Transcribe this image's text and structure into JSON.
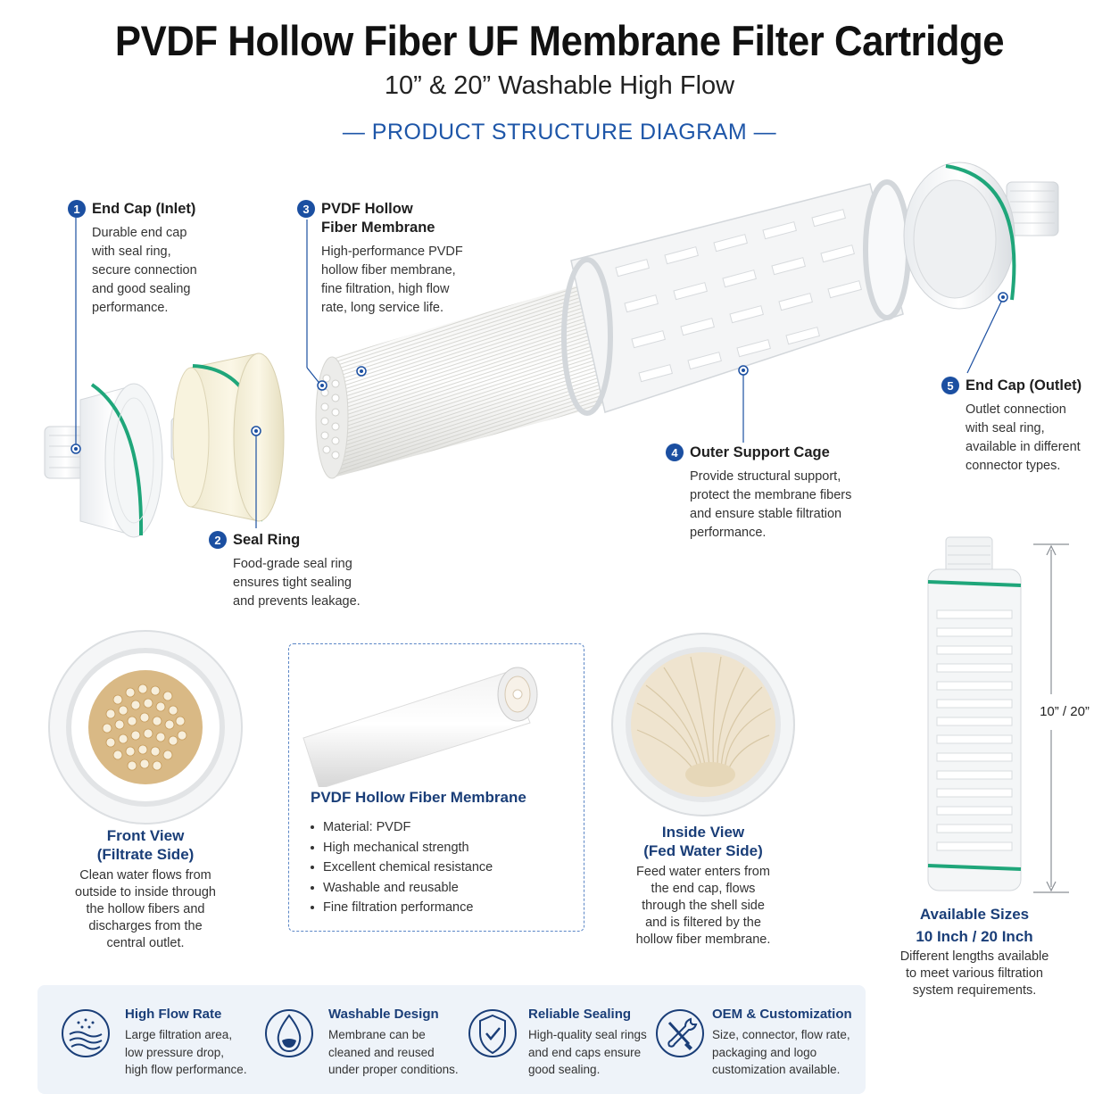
{
  "header": {
    "title": "PVDF Hollow Fiber UF Membrane Filter Cartridge",
    "subtitle": "10” & 20” Washable High Flow",
    "section_heading": "— PRODUCT STRUCTURE DIAGRAM —"
  },
  "callouts": [
    {
      "number": "1",
      "title": "End Cap (Inlet)",
      "desc": "Durable end cap\nwith seal ring,\nsecure connection\nand good sealing\nperformance."
    },
    {
      "number": "2",
      "title": "Seal Ring",
      "desc": "Food-grade seal ring\nensures tight sealing\nand prevents leakage."
    },
    {
      "number": "3",
      "title": "PVDF Hollow\nFiber Membrane",
      "desc": "High-performance PVDF\nhollow fiber membrane,\nfine filtration, high flow\nrate, long service life."
    },
    {
      "number": "4",
      "title": "Outer Support Cage",
      "desc": "Provide structural support,\nprotect the membrane fibers\nand ensure stable filtration\nperformance."
    },
    {
      "number": "5",
      "title": "End Cap (Outlet)",
      "desc": "Outlet connection\nwith seal ring,\navailable in different\nconnector types."
    }
  ],
  "views": {
    "front": {
      "title": "Front View\n(Filtrate Side)",
      "desc": "Clean water flows from\noutside to inside through\nthe hollow fibers and\ndischarges from the\ncentral outlet."
    },
    "inside": {
      "title": "Inside View\n(Fed Water Side)",
      "desc": "Feed water enters from\nthe end cap, flows\nthrough the shell side\nand is filtered by the\nhollow fiber membrane."
    }
  },
  "membrane_box": {
    "title": "PVDF Hollow Fiber Membrane",
    "items": [
      "Material:  PVDF",
      "High mechanical strength",
      "Excellent chemical resistance",
      "Washable and reusable",
      "Fine filtration performance"
    ]
  },
  "sizes": {
    "dimension_label": "10” / 20”",
    "title": "Available Sizes",
    "value": "10 Inch / 20 Inch",
    "desc": "Different lengths available\nto meet various filtration\nsystem requirements."
  },
  "features": [
    {
      "icon": "water-flow-icon",
      "title": "High Flow Rate",
      "desc": "Large filtration area,\nlow pressure drop,\nhigh flow performance."
    },
    {
      "icon": "water-drop-icon",
      "title": "Washable Design",
      "desc": "Membrane can be\ncleaned and reused\nunder proper conditions."
    },
    {
      "icon": "shield-check-icon",
      "title": "Reliable Sealing",
      "desc": "High-quality seal rings\nand end caps ensure\ngood sealing."
    },
    {
      "icon": "wrench-screwdriver-icon",
      "title": "OEM & Customization",
      "desc": "Size, connector, flow rate,\npackaging and logo\ncustomization available."
    }
  ],
  "colors": {
    "accent": "#1b4fa1",
    "seal_ring": "#1fa67a",
    "text_dark": "#1a3e78"
  }
}
